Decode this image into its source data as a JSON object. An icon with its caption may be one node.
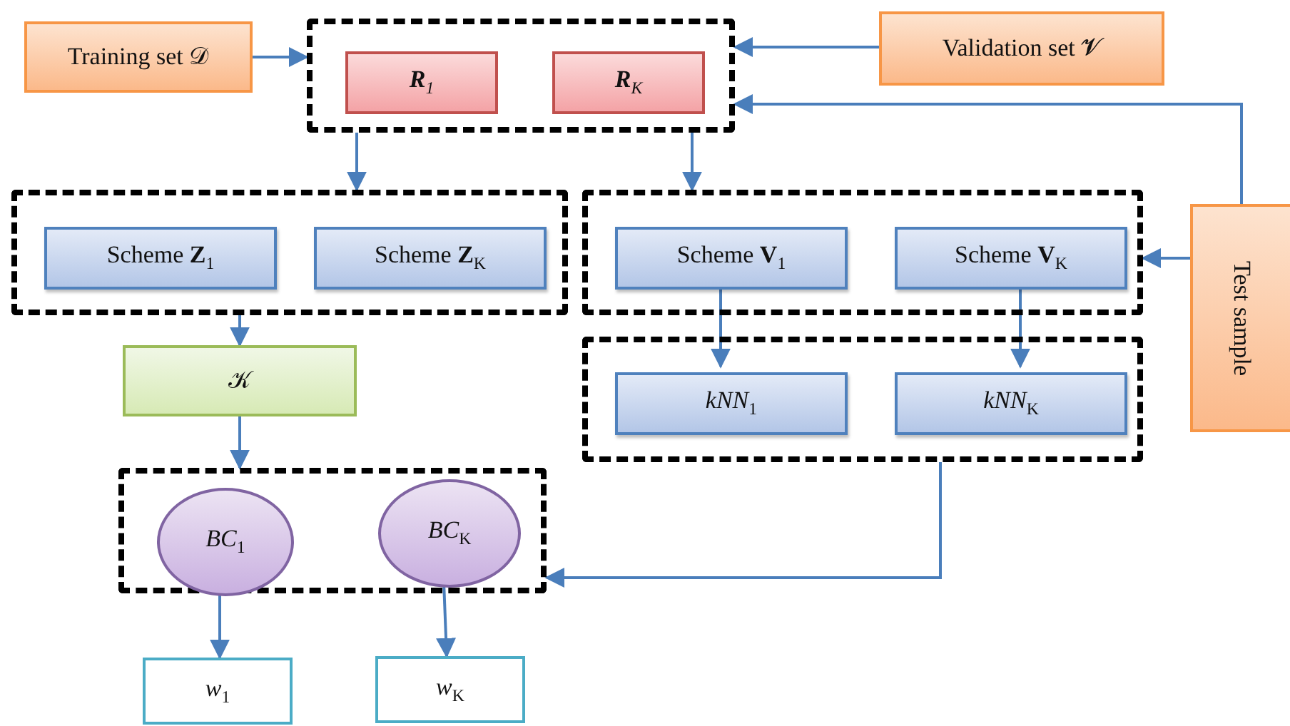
{
  "diagram": {
    "nodes": [
      {
        "text": [
          "Training set 𝒟"
        ]
      },
      {
        "text": [],
        "shape": "box"
      },
      {
        "text": [
          "**R**$_{1}$"
        ],
        "in": 1
      },
      {
        "text": [
          "**R**$_{K}$"
        ],
        "in": 1
      },
      {
        "text": [
          "Validation set 𝓥"
        ]
      },
      {
        "text": [],
        "shape": "box"
      },
      {
        "text": [
          "Scheme **Z**$_{1}$"
        ],
        "in": 5
      },
      {
        "text": [
          "Scheme **Z**$_{K}$"
        ],
        "in": 5
      },
      {
        "text": [],
        "shape": "box"
      },
      {
        "text": [
          "Scheme **V**$_{1}$"
        ],
        "in": 8
      },
      {
        "text": [
          "Scheme **V**$_{K}$"
        ],
        "in": 8
      },
      {
        "text": [
          "Test sample"
        ]
      },
      {
        "text": [],
        "shape": "box"
      },
      {
        "text": [
          "*kNN*$_{1}$"
        ],
        "in": 12
      },
      {
        "text": [
          "*kNN*$_{K}$"
        ],
        "in": 12
      },
      {
        "text": [
          "𝒦"
        ]
      },
      {
        "text": [],
        "shape": "box"
      },
      {
        "text": [
          "*BC*$_{1}$"
        ],
        "in": 16
      },
      {
        "text": [
          "*BC*$_{K}$"
        ],
        "in": 16
      },
      {
        "text": [
          "*w*$_{1}$"
        ]
      },
      {
        "text": [
          "*w*$_{K}$"
        ]
      }
    ],
    "edges": [
      {
        "from": 0,
        "to": 1,
        "arrow": "to"
      },
      {
        "from": 4,
        "to": 1,
        "arrow": "to"
      },
      {
        "from": 11,
        "to": 1,
        "arrow": "to"
      },
      {
        "from": 1,
        "to": 5,
        "arrow": "to"
      },
      {
        "from": 1,
        "to": 8,
        "arrow": "to"
      },
      {
        "from": 11,
        "to": 8,
        "arrow": "to"
      },
      {
        "from": 9,
        "to": 13,
        "arrow": "to"
      },
      {
        "from": 10,
        "to": 14,
        "arrow": "to"
      },
      {
        "from": 5,
        "to": 15,
        "arrow": "to"
      },
      {
        "from": 15,
        "to": 16,
        "arrow": "to"
      },
      {
        "from": 12,
        "to": 16,
        "arrow": "to"
      },
      {
        "from": 17,
        "to": 19,
        "arrow": "to"
      },
      {
        "from": 18,
        "to": 20,
        "arrow": "to"
      }
    ]
  }
}
